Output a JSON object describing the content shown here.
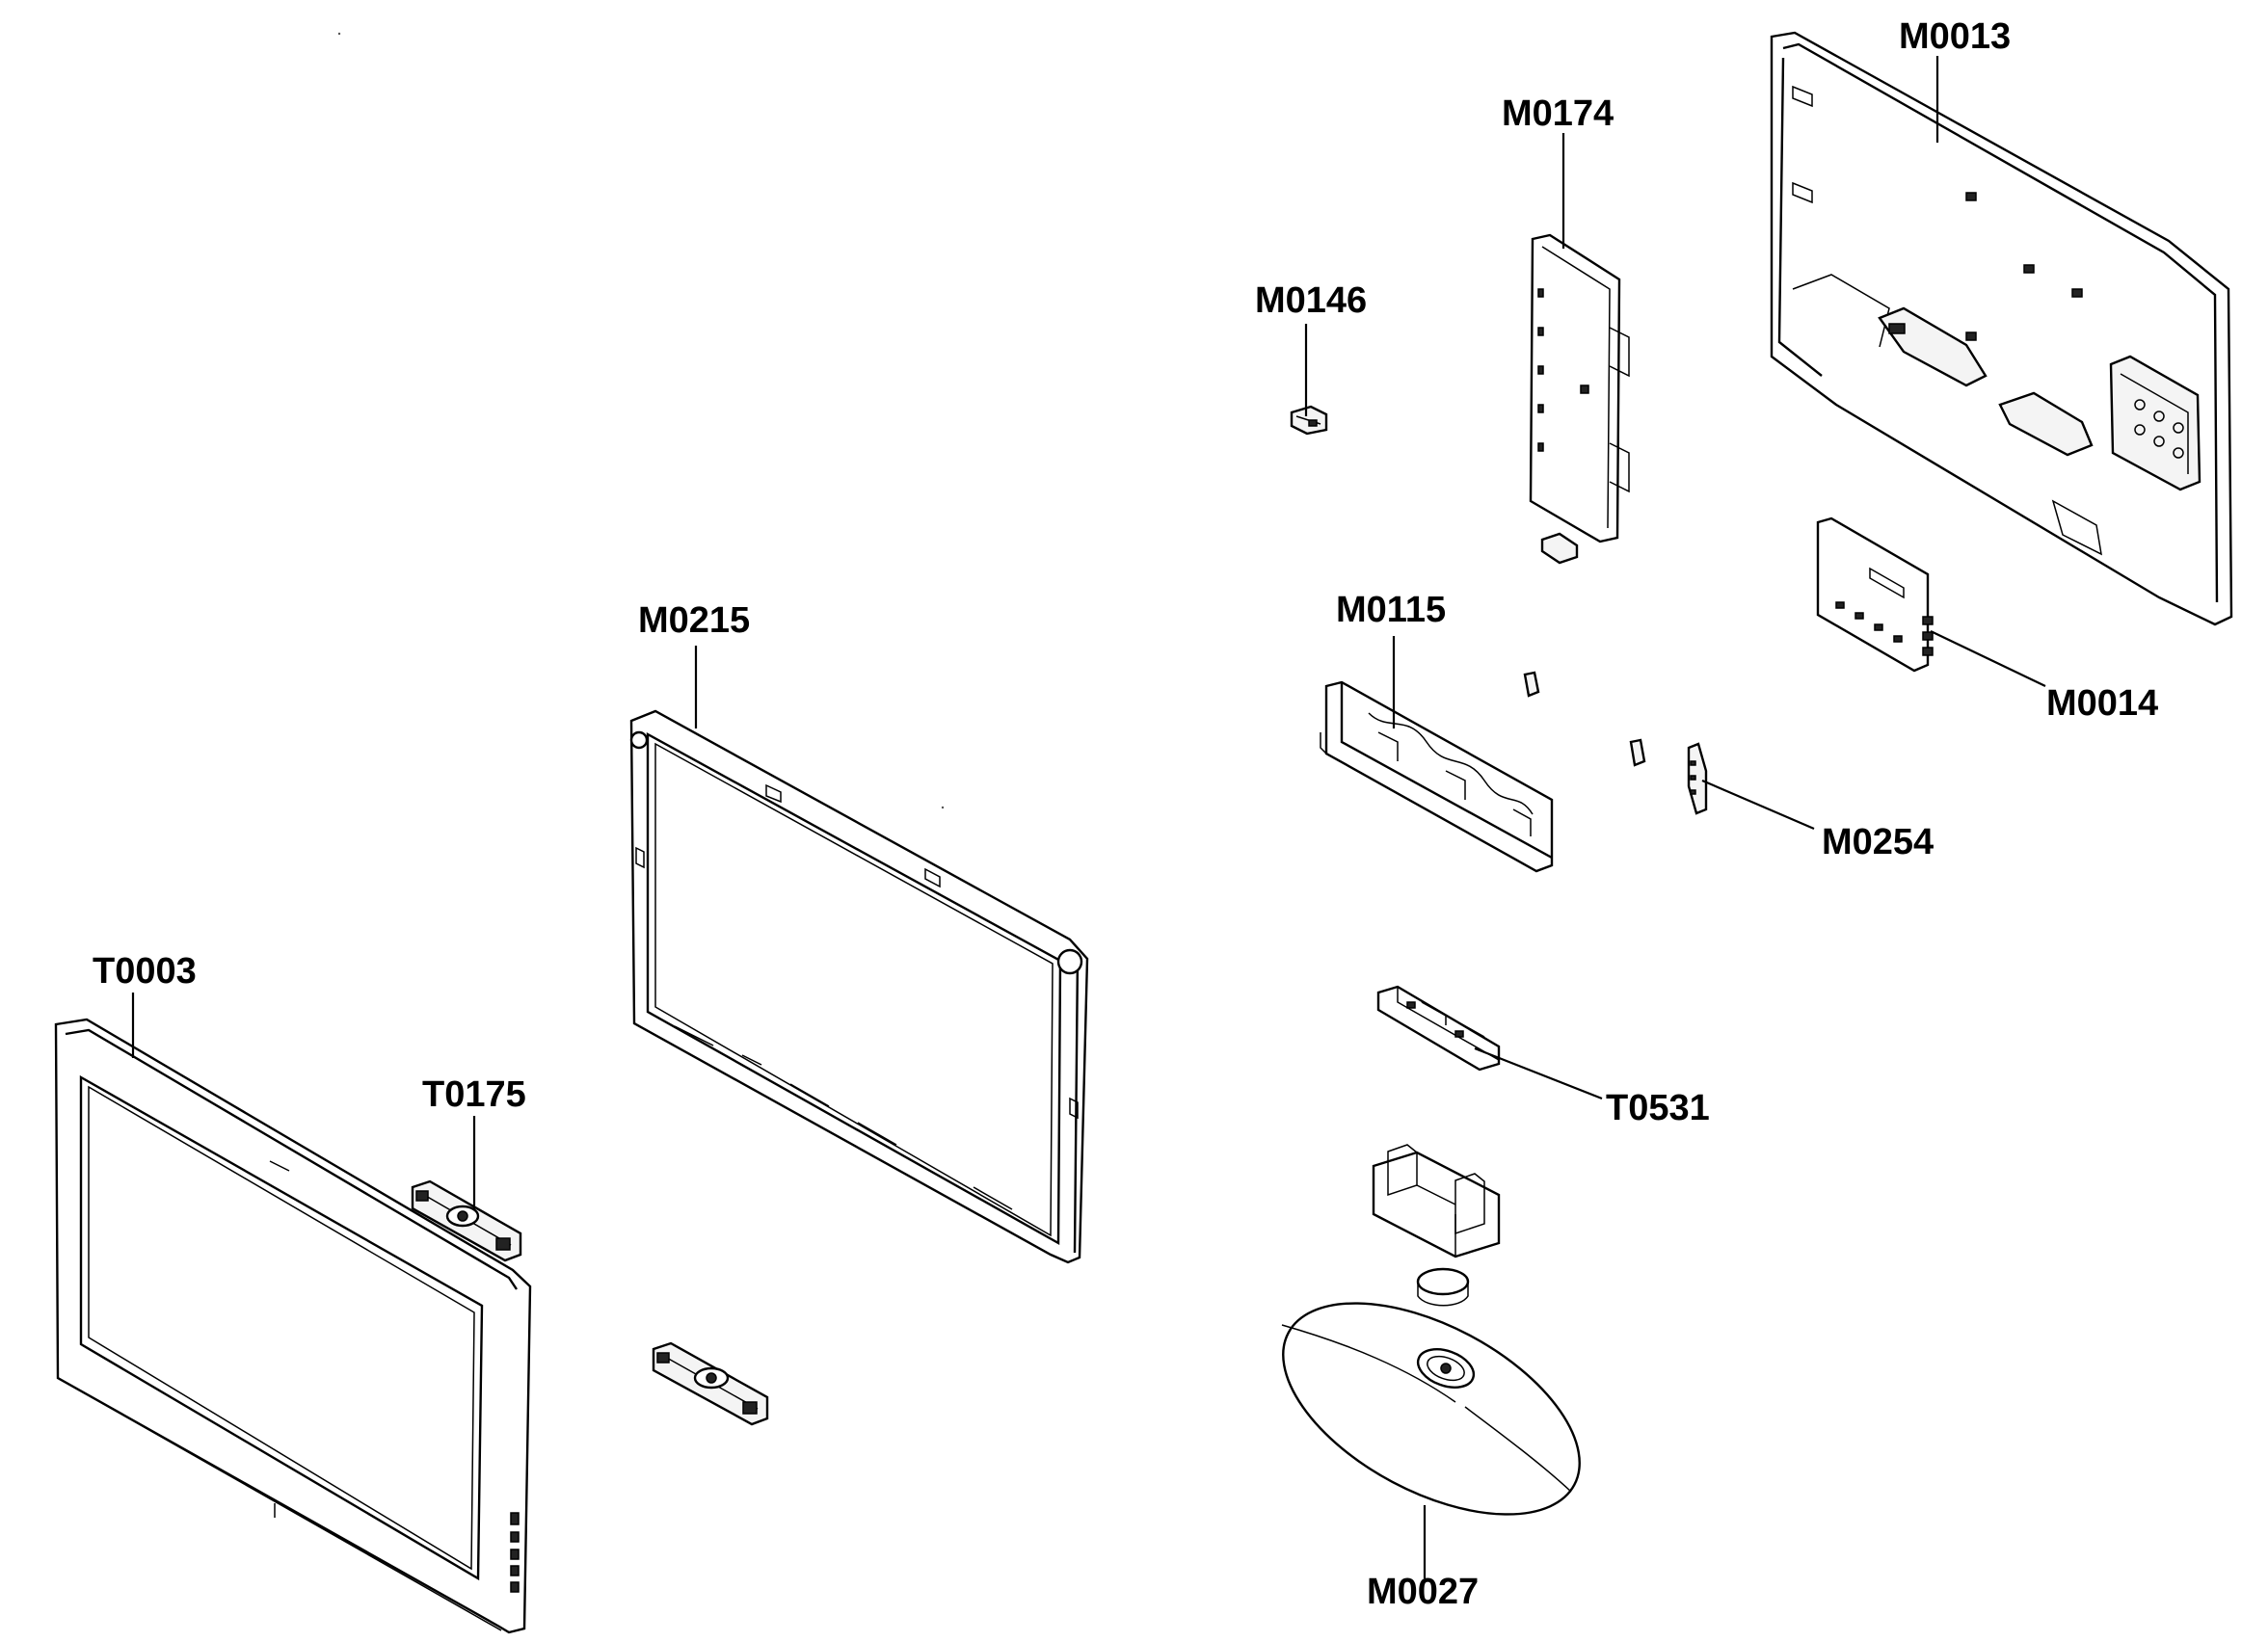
{
  "diagram": {
    "type": "exploded-parts-diagram",
    "parts": [
      {
        "id": "M0013",
        "label": "M0013"
      },
      {
        "id": "M0174",
        "label": "M0174"
      },
      {
        "id": "M0146",
        "label": "M0146"
      },
      {
        "id": "M0215",
        "label": "M0215"
      },
      {
        "id": "M0115",
        "label": "M0115"
      },
      {
        "id": "M0014",
        "label": "M0014"
      },
      {
        "id": "M0254",
        "label": "M0254"
      },
      {
        "id": "T0003",
        "label": "T0003"
      },
      {
        "id": "T0175",
        "label": "T0175"
      },
      {
        "id": "T0531",
        "label": "T0531"
      },
      {
        "id": "M0027",
        "label": "M0027"
      }
    ]
  }
}
